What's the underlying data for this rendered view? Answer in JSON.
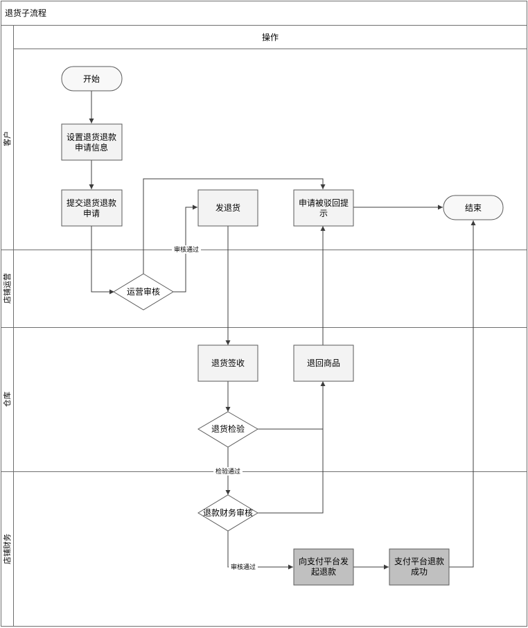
{
  "title": "退货子流程",
  "column_header": "操作",
  "lanes": [
    "客户",
    "店铺运营",
    "仓库",
    "店铺财务"
  ],
  "nodes": {
    "start": "开始",
    "set_info": [
      "设置退货退款",
      "申请信息"
    ],
    "submit": [
      "提交退货退款",
      "申请"
    ],
    "ops_review": "运营审核",
    "send_back": "发退货",
    "rejected": [
      "申请被驳回提",
      "示"
    ],
    "end": "结束",
    "receive": "退货签收",
    "return_goods": "退回商品",
    "inspect": "退货检验",
    "finance_review": "退款财务审核",
    "initiate_refund": [
      "向支付平台发",
      "起退款"
    ],
    "refund_success": [
      "支付平台退款",
      "成功"
    ]
  },
  "edge_labels": {
    "ops_pass": "审核通过",
    "inspect_pass": "检验通过",
    "finance_pass": "审核通过"
  },
  "colors": {
    "box_fill": "#f3f3f3",
    "dark_box_fill": "#c0c0c0",
    "line": "#3c3c3c"
  }
}
